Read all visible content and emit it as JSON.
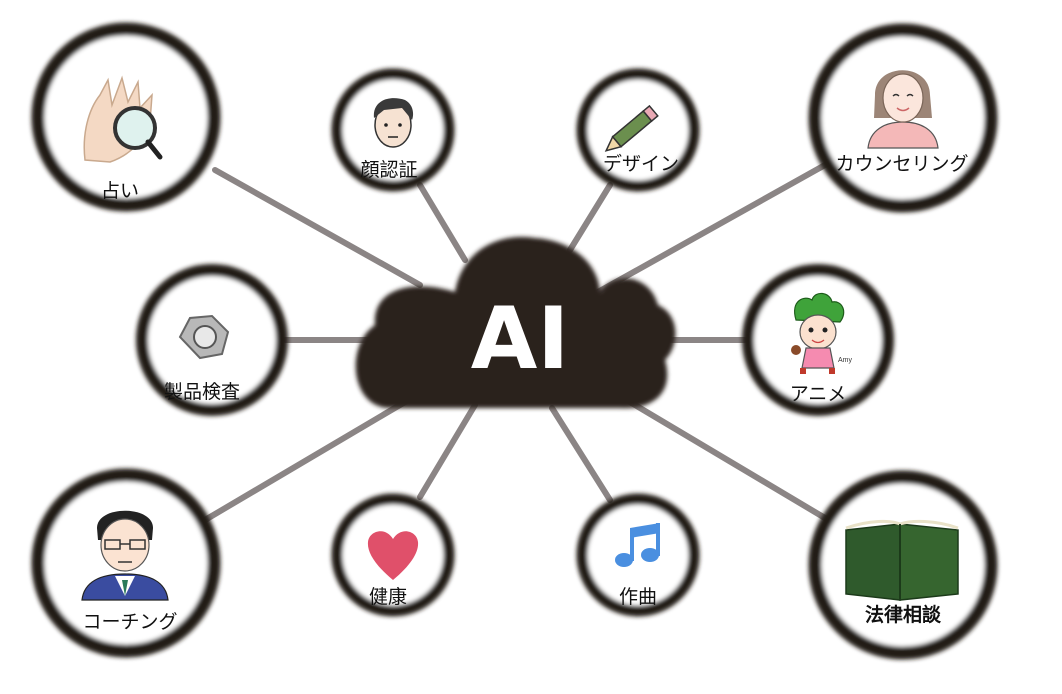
{
  "center": {
    "label": "AI"
  },
  "nodes": [
    {
      "id": "fortune",
      "label": "占い",
      "icon": "magnifier-hand-icon"
    },
    {
      "id": "face",
      "label": "顔認証",
      "icon": "face-icon"
    },
    {
      "id": "design",
      "label": "デザイン",
      "icon": "pencil-icon"
    },
    {
      "id": "counseling",
      "label": "カウンセリング",
      "icon": "woman-icon"
    },
    {
      "id": "inspection",
      "label": "製品検査",
      "icon": "hex-nut-icon"
    },
    {
      "id": "anime",
      "label": "アニメ",
      "icon": "anime-character-icon"
    },
    {
      "id": "coaching",
      "label": "コーチング",
      "icon": "businessman-icon"
    },
    {
      "id": "health",
      "label": "健康",
      "icon": "heart-icon"
    },
    {
      "id": "music",
      "label": "作曲",
      "icon": "music-note-icon"
    },
    {
      "id": "legal",
      "label": "法律相談",
      "icon": "law-book-icon"
    }
  ],
  "colors": {
    "ring": "#231a16",
    "connector": "#8b8585",
    "cloud": "#2b201c",
    "heart": "#e0506a",
    "note": "#4a8fe0",
    "book": "#2f5a2c"
  }
}
